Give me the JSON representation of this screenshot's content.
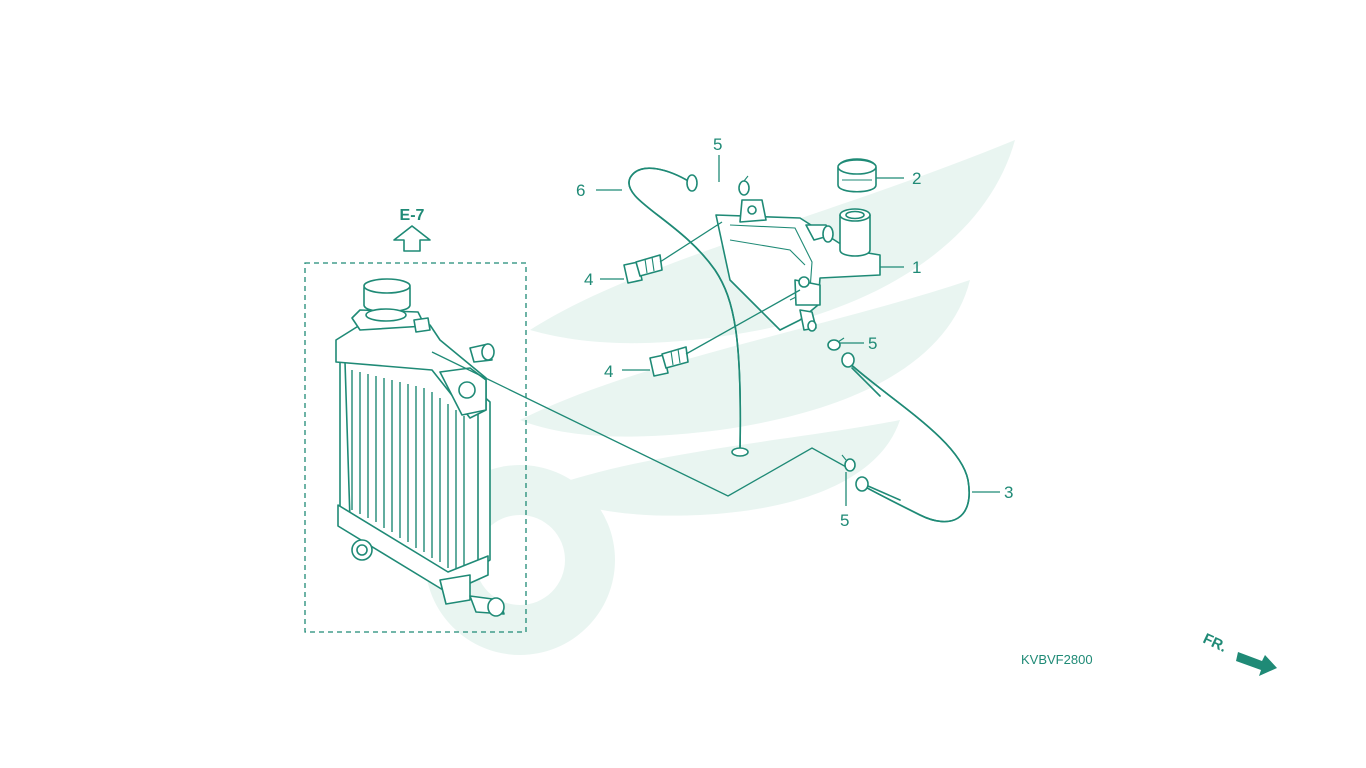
{
  "reference_code": "KVBVF2800",
  "section_ref": "E-7",
  "direction_label": "FR.",
  "callouts": [
    {
      "id": "c1",
      "label": "1"
    },
    {
      "id": "c2",
      "label": "2"
    },
    {
      "id": "c3",
      "label": "3"
    },
    {
      "id": "c4a",
      "label": "4"
    },
    {
      "id": "c4b",
      "label": "4"
    },
    {
      "id": "c5a",
      "label": "5"
    },
    {
      "id": "c5b",
      "label": "5"
    },
    {
      "id": "c5c",
      "label": "5"
    },
    {
      "id": "c6",
      "label": "6"
    }
  ],
  "colors": {
    "line": "#1f8a76",
    "watermark": "#e9f5f1",
    "background": "#ffffff"
  },
  "icons": {
    "section_arrow": "up-arrow-icon",
    "direction_arrow": "front-arrow-icon"
  }
}
